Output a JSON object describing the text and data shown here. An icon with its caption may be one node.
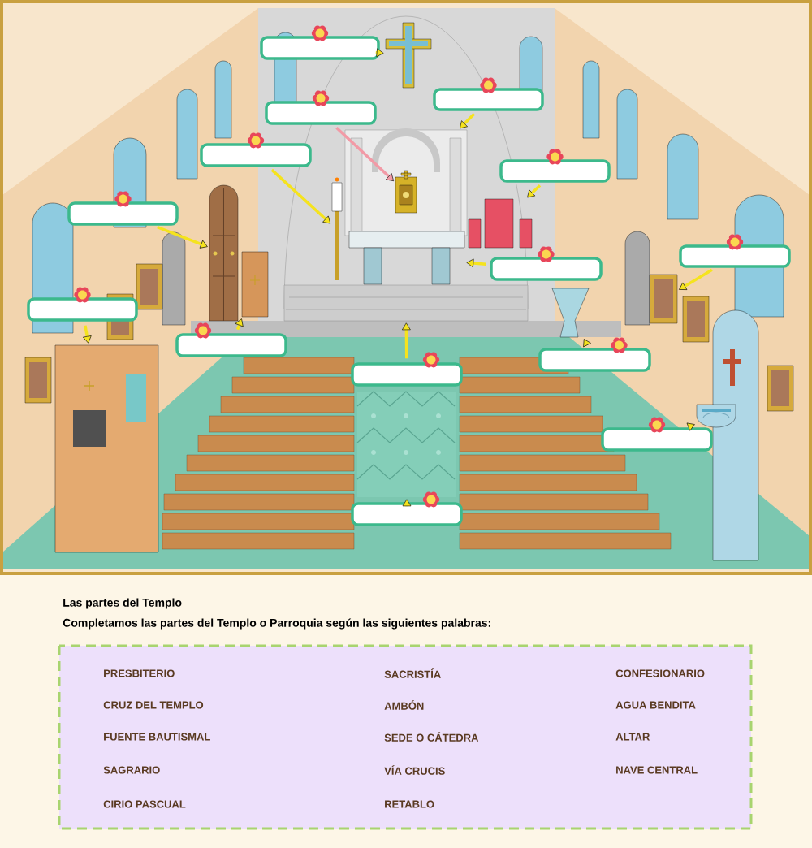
{
  "diagram": {
    "title": "Las partes del Templo",
    "caption": "Completamos las partes del Templo o Parroquia según las siguientes palabras:",
    "nodes": [
      {
        "text": [],
        "shape": "box"
      },
      {
        "text": [],
        "shape": "box"
      },
      {
        "text": [],
        "shape": "box"
      },
      {
        "text": [],
        "shape": "box"
      },
      {
        "text": [],
        "shape": "box"
      },
      {
        "text": [],
        "shape": "box"
      },
      {
        "text": [],
        "shape": "box"
      },
      {
        "text": [],
        "shape": "box"
      },
      {
        "text": [],
        "shape": "box"
      },
      {
        "text": [],
        "shape": "box"
      },
      {
        "text": [],
        "shape": "box"
      },
      {
        "text": [],
        "shape": "box"
      },
      {
        "text": [],
        "shape": "box"
      },
      {
        "text": [],
        "shape": "box"
      },
      {
        "text": [],
        "shape": "picture"
      },
      {
        "text": [],
        "shape": "picture"
      },
      {
        "text": [],
        "shape": "picture",
        "in": 15
      },
      {
        "text": [],
        "shape": "picture"
      },
      {
        "text": [],
        "shape": "picture"
      },
      {
        "text": [],
        "shape": "picture"
      },
      {
        "text": [],
        "shape": "picture"
      },
      {
        "text": [],
        "shape": "picture"
      },
      {
        "text": [],
        "shape": "picture"
      },
      {
        "text": [],
        "shape": "picture"
      },
      {
        "text": [],
        "shape": "picture"
      },
      {
        "text": [],
        "shape": "picture"
      },
      {
        "text": [],
        "shape": "picture"
      },
      {
        "text": [],
        "shape": "picture"
      }
    ],
    "edges": [
      {
        "from": 0,
        "to": 14,
        "arrow": "to"
      },
      {
        "from": 1,
        "to": 15,
        "arrow": "to"
      },
      {
        "from": 2,
        "to": 16,
        "arrow": "to",
        "color": "#f29aa6"
      },
      {
        "from": 3,
        "to": 17,
        "arrow": "to"
      },
      {
        "from": 4,
        "to": 18,
        "arrow": "to"
      },
      {
        "from": 5,
        "to": 19,
        "arrow": "to"
      },
      {
        "from": 6,
        "to": 20,
        "arrow": "to"
      },
      {
        "from": 7,
        "to": 21,
        "arrow": "to"
      },
      {
        "from": 8,
        "to": 22,
        "arrow": "to"
      },
      {
        "from": 9,
        "to": 23,
        "arrow": "to"
      },
      {
        "from": 10,
        "to": 24,
        "arrow": "to"
      },
      {
        "from": 11,
        "to": 25,
        "arrow": "to"
      },
      {
        "from": 12,
        "to": 26,
        "arrow": "to"
      },
      {
        "from": 13,
        "to": 27,
        "arrow": "to"
      }
    ],
    "labels": [
      "PRESBITERIO",
      "SACRISTÍA",
      "CONFESIONARIO",
      "CRUZ DEL TEMPLO",
      "AMBÓN",
      "AGUA BENDITA",
      "FUENTE BAUTISMAL",
      "SEDE O CÁTEDRA",
      "ALTAR",
      "SAGRARIO",
      "VÍA CRUCIS",
      "NAVE CENTRAL",
      "CIRIO PASCUAL",
      "RETABLO"
    ]
  }
}
